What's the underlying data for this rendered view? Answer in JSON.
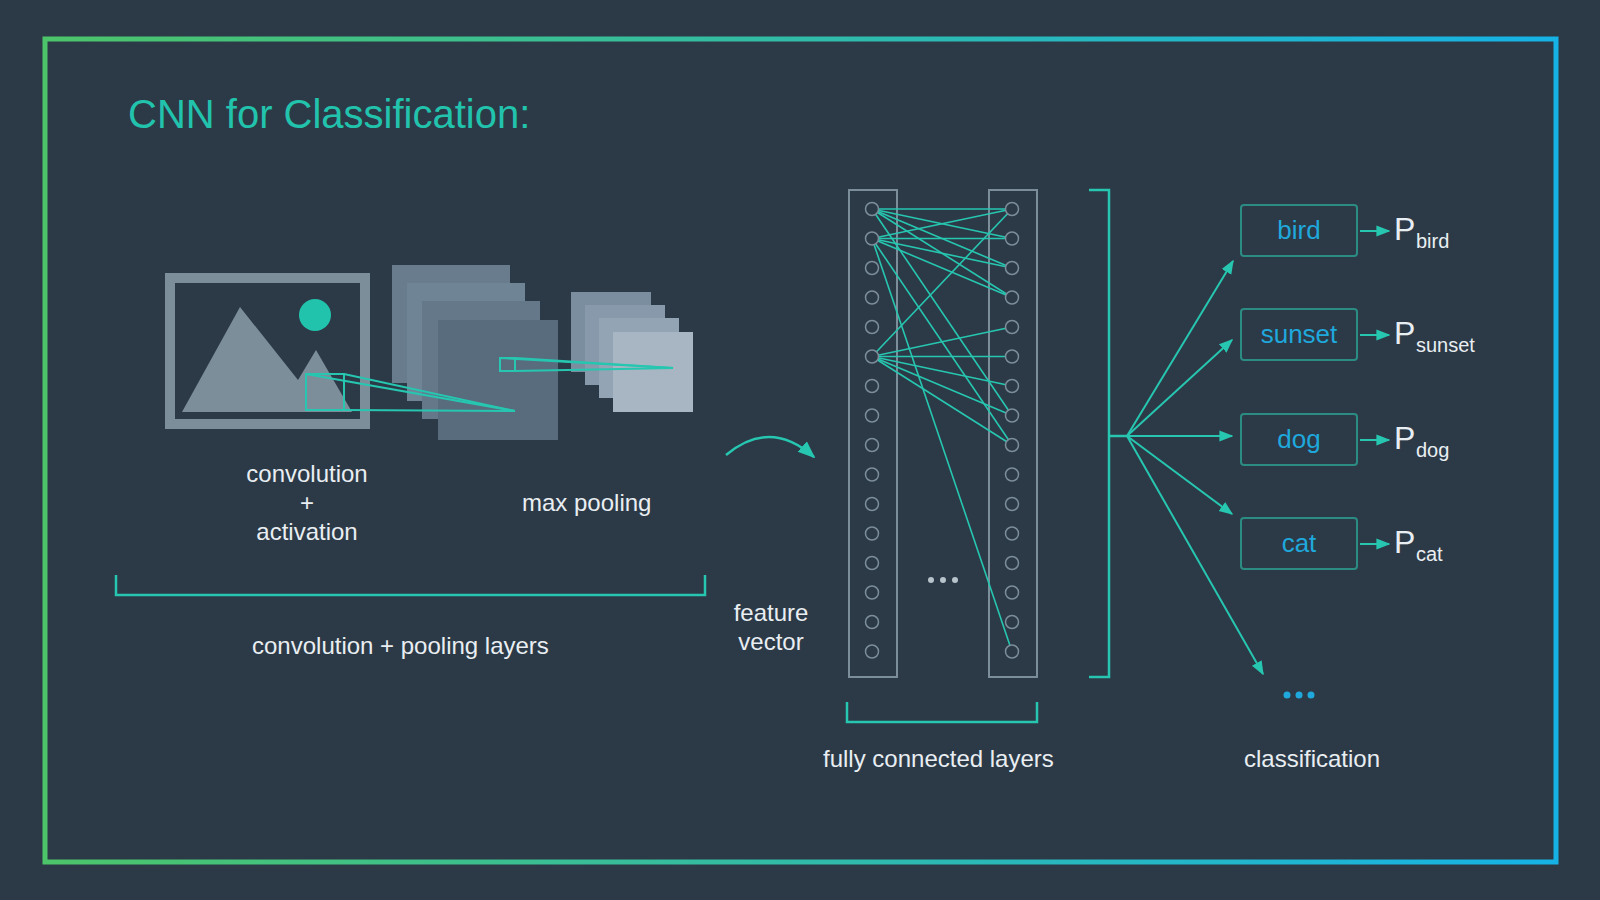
{
  "diagram": {
    "title": "CNN for Classification:",
    "nodes": [
      {
        "text": [
          "bird"
        ]
      },
      {
        "text": [
          "sunset"
        ]
      },
      {
        "text": [
          "dog"
        ]
      },
      {
        "text": [
          "cat"
        ]
      }
    ],
    "labels": [
      "convolution + activation",
      "max pooling",
      "convolution + pooling layers",
      "feature vector",
      "fully connected layers",
      "P",
      "bird",
      "P",
      "sunset",
      "P",
      "dog",
      "P",
      "cat",
      "classification"
    ]
  }
}
